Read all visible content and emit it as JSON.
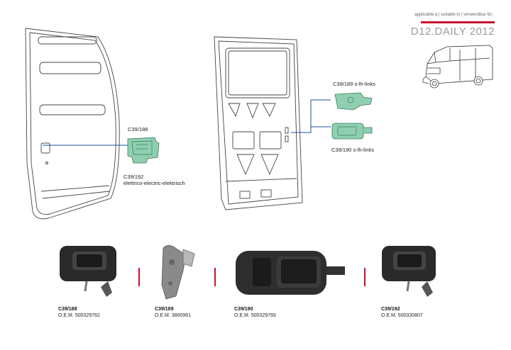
{
  "header": {
    "applicable": "applicable a | suitable to | verwendbar für:",
    "model": "D12.DAILY 2012"
  },
  "callouts": {
    "c39_188": "C39/188",
    "c39_192": "C39/192",
    "c39_192_desc": "elettrico-electric-elektrisch",
    "c39_189": "C39/189 s-lh-links",
    "c39_190": "C39/190 s-lh-links"
  },
  "products": [
    {
      "code": "C39/188",
      "oem": "O.E.M. 500329762"
    },
    {
      "code": "C39/189",
      "oem": "O.E.M. 3800961"
    },
    {
      "code": "C39/190",
      "oem": "O.E.M. 500329793"
    },
    {
      "code": "C39/192",
      "oem": "O.E.M. 500330807"
    }
  ],
  "colors": {
    "accent_red": "#c8102e",
    "callout_blue": "#1f4fa0",
    "part_green": "#8fcfb0",
    "model_grey": "#9a9a9a"
  },
  "icons": [
    "side-door-drawing",
    "rear-door-drawing",
    "van-drawing",
    "door-handle-photo",
    "striker-latch-photo"
  ]
}
